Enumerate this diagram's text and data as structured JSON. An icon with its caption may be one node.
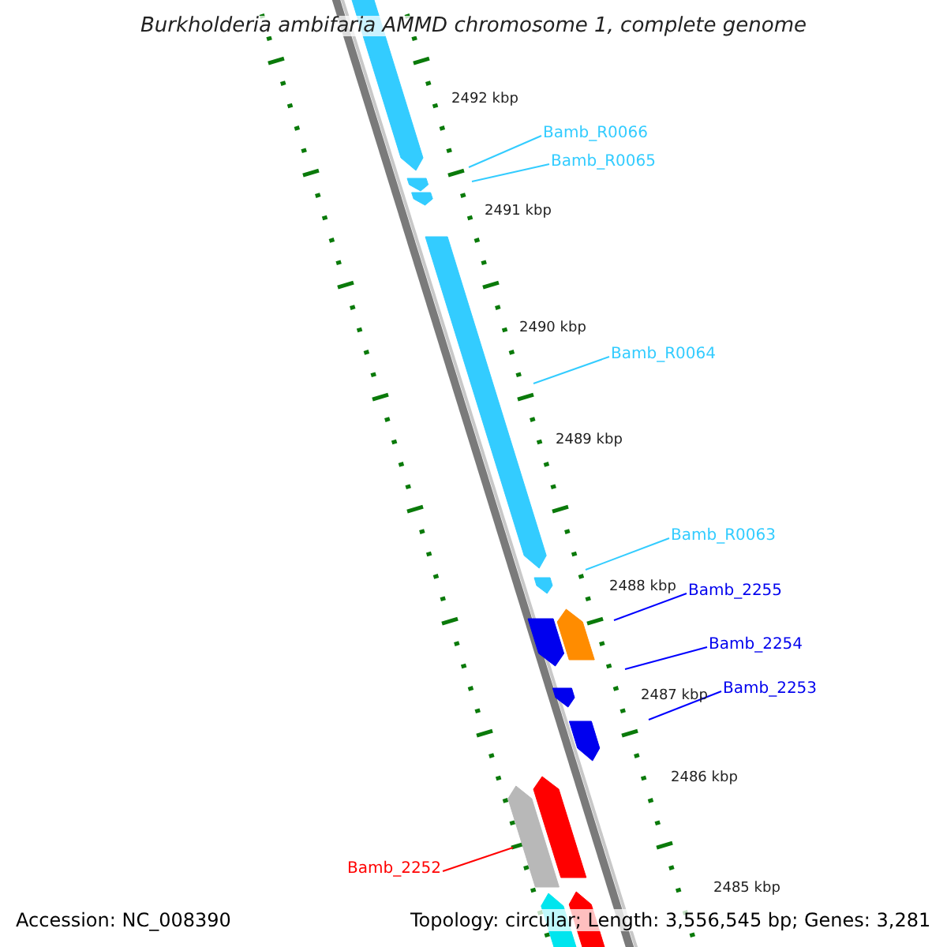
{
  "diagram": {
    "title": "Burkholderia ambifaria AMMD chromosome 1, complete genome",
    "nodes": [
      {
        "text": [
          "Bamb_R0066"
        ]
      },
      {
        "text": [
          "Bamb_R0065"
        ]
      },
      {
        "text": [
          "Bamb_R0064"
        ]
      },
      {
        "text": [
          "Bamb_R0063"
        ]
      },
      {
        "text": [
          "Bamb_2255"
        ]
      },
      {
        "text": [
          "Bamb_2254"
        ]
      },
      {
        "text": [
          "Bamb_2253"
        ]
      },
      {
        "text": [
          "Bamb_2252"
        ]
      }
    ],
    "edges": [
      {
        "from": 0,
        "to": null,
        "arrow": "none"
      },
      {
        "from": 1,
        "to": null,
        "arrow": "none"
      },
      {
        "from": 2,
        "to": null,
        "arrow": "none"
      },
      {
        "from": 3,
        "to": null,
        "arrow": "none"
      },
      {
        "from": 4,
        "to": null,
        "arrow": "none",
        "color": "#0000ff"
      },
      {
        "from": 5,
        "to": null,
        "arrow": "none",
        "color": "#0000ff"
      },
      {
        "from": 6,
        "to": null,
        "arrow": "none",
        "color": "#0000ff"
      },
      {
        "from": 7,
        "to": null,
        "arrow": "none",
        "color": "#ff0000"
      }
    ],
    "labels": [
      "2492 kbp",
      "2491 kbp",
      "2490 kbp",
      "2489 kbp",
      "2488 kbp",
      "2487 kbp",
      "2486 kbp",
      "2485 kbp",
      "Accession: NC_008390",
      "Topology: circular; Length: 3,556,545 bp; Genes: 3,281"
    ]
  }
}
